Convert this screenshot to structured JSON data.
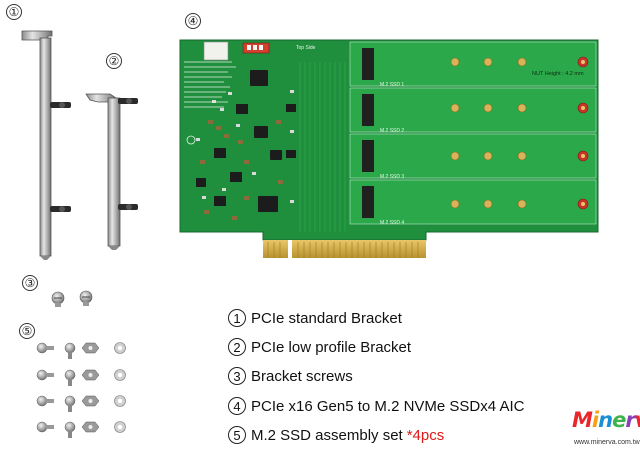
{
  "markers": [
    "①",
    "②",
    "③",
    "④",
    "⑤"
  ],
  "captions": [
    {
      "num": "1",
      "text": "PCIe standard Bracket",
      "highlight": ""
    },
    {
      "num": "2",
      "text": "PCIe low profile Bracket",
      "highlight": ""
    },
    {
      "num": "3",
      "text": "Bracket screws",
      "highlight": ""
    },
    {
      "num": "4",
      "text": "PCIe x16 Gen5 to M.2 NVMe SSDx4 AIC",
      "highlight": ""
    },
    {
      "num": "5",
      "text": "M.2 SSD assembly set",
      "highlight": "*4pcs"
    }
  ],
  "board": {
    "top_side_label": "Top Side",
    "nut_height_label": "NUT Height : 4.2 mm",
    "slot_labels": [
      "M.2 SSD 1",
      "M.2 SSD 2",
      "M.2 SSD 3",
      "M.2 SSD 4"
    ],
    "board_color": "#1f8f3e",
    "slot_color": "#2aa84a"
  },
  "logo": {
    "brand": "Minerva",
    "url": "www.minerva.com.tw",
    "colors": [
      "#e8262b",
      "#f5a01a",
      "#1b8fd6",
      "#3db34a",
      "#8a3fb8",
      "#e8262b",
      "#1b8fd6"
    ]
  },
  "highlight_color": "#e01818"
}
